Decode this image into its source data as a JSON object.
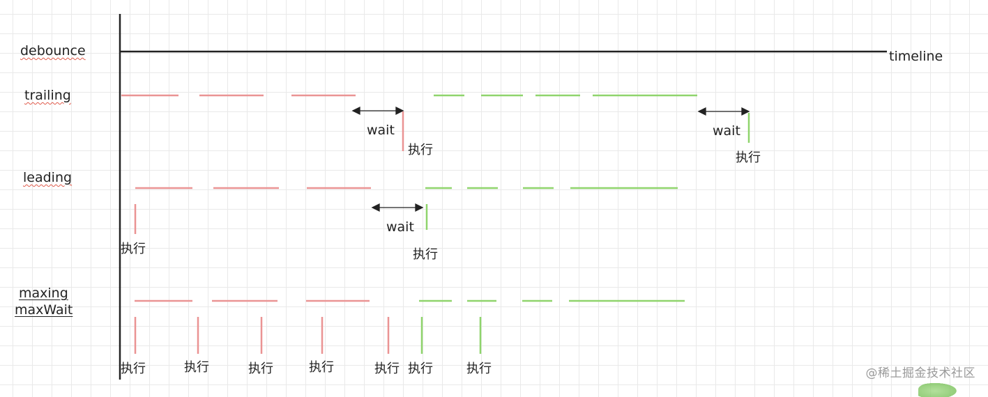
{
  "rows": {
    "debounce": "debounce",
    "trailing": "trailing",
    "leading": "leading",
    "maxing": "maxing",
    "maxwait": "maxWait"
  },
  "timeline_label": "timeline",
  "wait_label": "wait",
  "exec_label": "执行",
  "watermark": "@稀土掘金技术社区",
  "colors": {
    "axis": "#222222",
    "red": "#ea9393",
    "green": "#8fd46c",
    "arrow": "#222222"
  }
}
